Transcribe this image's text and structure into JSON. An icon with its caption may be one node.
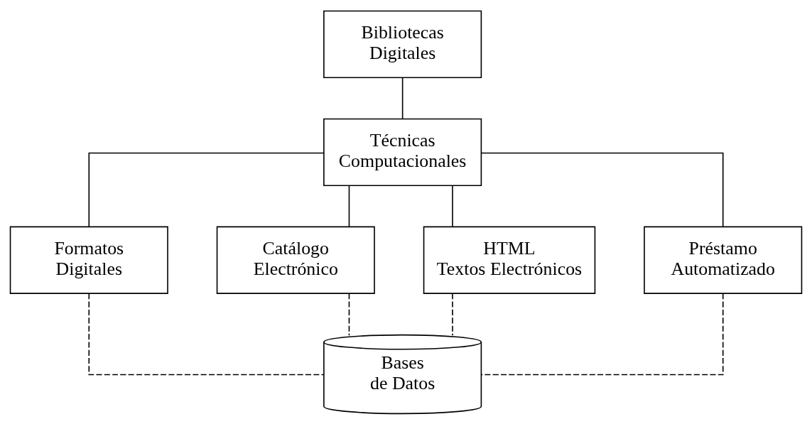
{
  "diagram": {
    "nodes": [
      {
        "text": [
          "Bibliotecas Digitales"
        ]
      },
      {
        "text": [
          "Técnicas Computacionales"
        ]
      },
      {
        "text": [
          "Formatos Digitales"
        ]
      },
      {
        "text": [
          "Catálogo Electrónico"
        ]
      },
      {
        "text": [
          "HTML Textos Electrónicos"
        ]
      },
      {
        "text": [
          "Préstamo Automatizado"
        ]
      },
      {
        "text": [
          "Bases de Datos"
        ]
      }
    ],
    "edges": [
      {
        "from": 0,
        "to": 1,
        "arrow": "none"
      },
      {
        "from": 1,
        "to": 2,
        "arrow": "none"
      },
      {
        "from": 1,
        "to": 3,
        "arrow": "none"
      },
      {
        "from": 1,
        "to": 4,
        "arrow": "none"
      },
      {
        "from": 1,
        "to": 5,
        "arrow": "none"
      },
      {
        "from": 2,
        "to": 6,
        "arrow": "none",
        "style": "dashed"
      },
      {
        "from": 3,
        "to": 6,
        "arrow": "none",
        "style": "dashed"
      },
      {
        "from": 4,
        "to": 6,
        "arrow": "none",
        "style": "dashed"
      },
      {
        "from": 5,
        "to": 6,
        "arrow": "none",
        "style": "dashed"
      }
    ]
  }
}
